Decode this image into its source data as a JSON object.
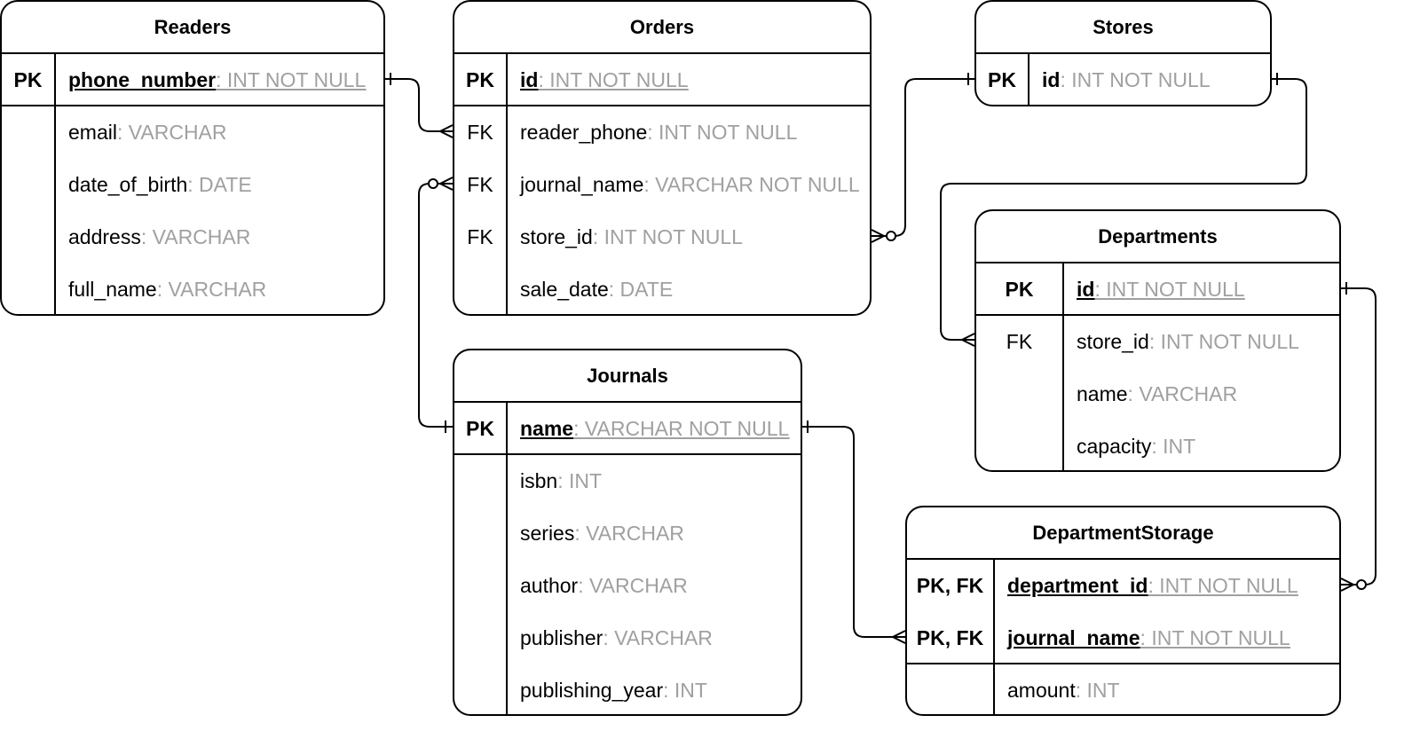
{
  "entities": {
    "readers": {
      "title": "Readers",
      "rows": [
        {
          "key": "PK",
          "name": "phone_number",
          "type": ": INT NOT NULL"
        },
        {
          "key": "",
          "name": "email",
          "type": ": VARCHAR"
        },
        {
          "key": "",
          "name": "date_of_birth",
          "type": ": DATE"
        },
        {
          "key": "",
          "name": "address",
          "type": ": VARCHAR"
        },
        {
          "key": "",
          "name": "full_name",
          "type": ": VARCHAR"
        }
      ]
    },
    "orders": {
      "title": "Orders",
      "rows": [
        {
          "key": "PK",
          "name": "id",
          "type": ": INT NOT NULL"
        },
        {
          "key": "FK",
          "name": "reader_phone",
          "type": ": INT NOT NULL"
        },
        {
          "key": "FK",
          "name": "journal_name",
          "type": ": VARCHAR NOT NULL"
        },
        {
          "key": "FK",
          "name": "store_id",
          "type": ": INT NOT NULL"
        },
        {
          "key": "",
          "name": "sale_date",
          "type": ": DATE"
        }
      ]
    },
    "stores": {
      "title": "Stores",
      "rows": [
        {
          "key": "PK",
          "name": "id",
          "type": ": INT NOT NULL"
        }
      ]
    },
    "departments": {
      "title": "Departments",
      "rows": [
        {
          "key": "PK",
          "name": "id",
          "type": ": INT NOT NULL"
        },
        {
          "key": "FK",
          "name": "store_id",
          "type": ": INT NOT NULL"
        },
        {
          "key": "",
          "name": "name",
          "type": ": VARCHAR"
        },
        {
          "key": "",
          "name": "capacity",
          "type": ": INT"
        }
      ]
    },
    "journals": {
      "title": "Journals",
      "rows": [
        {
          "key": "PK",
          "name": "name",
          "type": ": VARCHAR NOT NULL"
        },
        {
          "key": "",
          "name": "isbn",
          "type": ": INT"
        },
        {
          "key": "",
          "name": "series",
          "type": ": VARCHAR"
        },
        {
          "key": "",
          "name": "author",
          "type": ": VARCHAR"
        },
        {
          "key": "",
          "name": "publisher",
          "type": ": VARCHAR"
        },
        {
          "key": "",
          "name": "publishing_year",
          "type": ": INT"
        }
      ]
    },
    "department_storage": {
      "title": "DepartmentStorage",
      "rows": [
        {
          "key": "PK, FK",
          "name": "department_id",
          "type": ": INT NOT NULL"
        },
        {
          "key": "PK, FK",
          "name": "journal_name",
          "type": ": INT NOT NULL"
        },
        {
          "key": "",
          "name": "amount",
          "type": ": INT"
        }
      ]
    }
  },
  "colors": {
    "line": "#000000",
    "type_text": "#a0a0a0",
    "background": "#ffffff"
  }
}
